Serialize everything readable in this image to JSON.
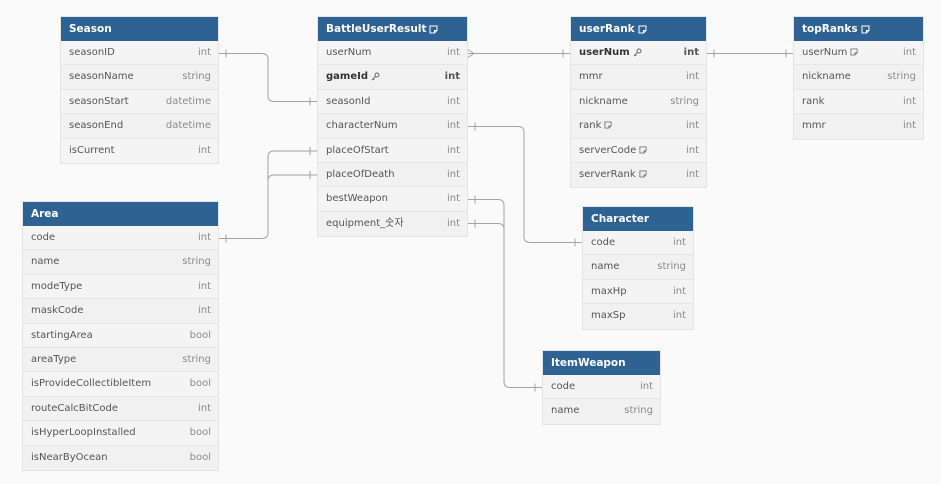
{
  "tables": {
    "season": {
      "title": "Season",
      "fields": [
        {
          "name": "seasonID",
          "type": "int"
        },
        {
          "name": "seasonName",
          "type": "string"
        },
        {
          "name": "seasonStart",
          "type": "datetime"
        },
        {
          "name": "seasonEnd",
          "type": "datetime"
        },
        {
          "name": "isCurrent",
          "type": "int"
        }
      ]
    },
    "area": {
      "title": "Area",
      "fields": [
        {
          "name": "code",
          "type": "int"
        },
        {
          "name": "name",
          "type": "string"
        },
        {
          "name": "modeType",
          "type": "int"
        },
        {
          "name": "maskCode",
          "type": "int"
        },
        {
          "name": "startingArea",
          "type": "bool"
        },
        {
          "name": "areaType",
          "type": "string"
        },
        {
          "name": "isProvideCollectibleItem",
          "type": "bool"
        },
        {
          "name": "routeCalcBitCode",
          "type": "int"
        },
        {
          "name": "isHyperLoopInstalled",
          "type": "bool"
        },
        {
          "name": "isNearByOcean",
          "type": "bool"
        }
      ]
    },
    "battle": {
      "title": "BattleUserResult",
      "fields": [
        {
          "name": "userNum",
          "type": "int"
        },
        {
          "name": "gameId",
          "type": "int"
        },
        {
          "name": "seasonId",
          "type": "int"
        },
        {
          "name": "characterNum",
          "type": "int"
        },
        {
          "name": "placeOfStart",
          "type": "int"
        },
        {
          "name": "placeOfDeath",
          "type": "int"
        },
        {
          "name": "bestWeapon",
          "type": "int"
        },
        {
          "name": "equipment_숫자",
          "type": "int"
        }
      ]
    },
    "userrank": {
      "title": "userRank",
      "fields": [
        {
          "name": "userNum",
          "type": "int"
        },
        {
          "name": "mmr",
          "type": "int"
        },
        {
          "name": "nickname",
          "type": "string"
        },
        {
          "name": "rank",
          "type": "int"
        },
        {
          "name": "serverCode",
          "type": "int"
        },
        {
          "name": "serverRank",
          "type": "int"
        }
      ]
    },
    "topranks": {
      "title": "topRanks",
      "fields": [
        {
          "name": "userNum",
          "type": "int"
        },
        {
          "name": "nickname",
          "type": "string"
        },
        {
          "name": "rank",
          "type": "int"
        },
        {
          "name": "mmr",
          "type": "int"
        }
      ]
    },
    "character": {
      "title": "Character",
      "fields": [
        {
          "name": "code",
          "type": "int"
        },
        {
          "name": "name",
          "type": "string"
        },
        {
          "name": "maxHp",
          "type": "int"
        },
        {
          "name": "maxSp",
          "type": "int"
        }
      ]
    },
    "itemweapon": {
      "title": "ItemWeapon",
      "fields": [
        {
          "name": "code",
          "type": "int"
        },
        {
          "name": "name",
          "type": "string"
        }
      ]
    }
  },
  "colors": {
    "header": "#2d6292",
    "connector": "#9a9a9a"
  },
  "icons": {
    "note": "note-icon",
    "key": "key-icon"
  }
}
